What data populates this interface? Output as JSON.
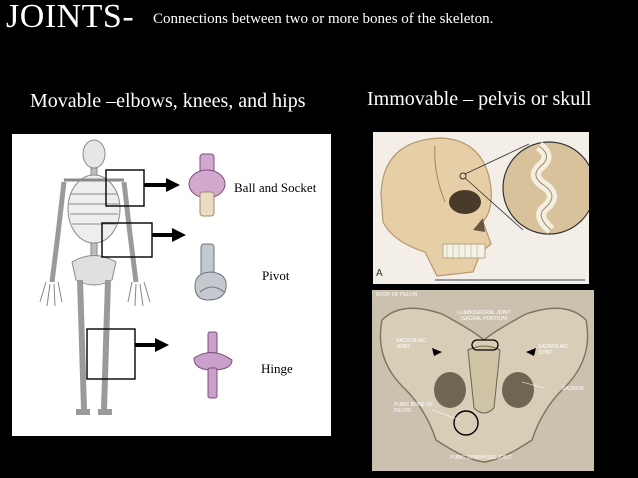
{
  "header": {
    "title": "JOINTS-",
    "subtitle": "Connections between two or more bones of the skeleton."
  },
  "columns": {
    "movable": "Movable –elbows, knees, and hips",
    "immovable": "Immovable –  pelvis or skull"
  },
  "joint_types": {
    "ball_socket": "Ball and Socket",
    "pivot": "Pivot",
    "hinge": "Hinge"
  },
  "skull_figure": {
    "letter": "A"
  },
  "pelvis_labels": {
    "roof": "Roof of pelvis",
    "lumbosacral": "Lumbosacral joint (sacral portion)",
    "sacroiliac_left": "Sacroiliac joint",
    "sacroiliac_right": "Sacroiliac joint",
    "sacrum": "Sacrum",
    "pubic_bone": "Pubic bone of pelvis",
    "pubic_symphysis": "Pubic symphysis joint"
  },
  "colors": {
    "background": "#000000",
    "text": "#ffffff",
    "joint_model": "#c9a0c9",
    "bone": "#e8dcc2"
  }
}
